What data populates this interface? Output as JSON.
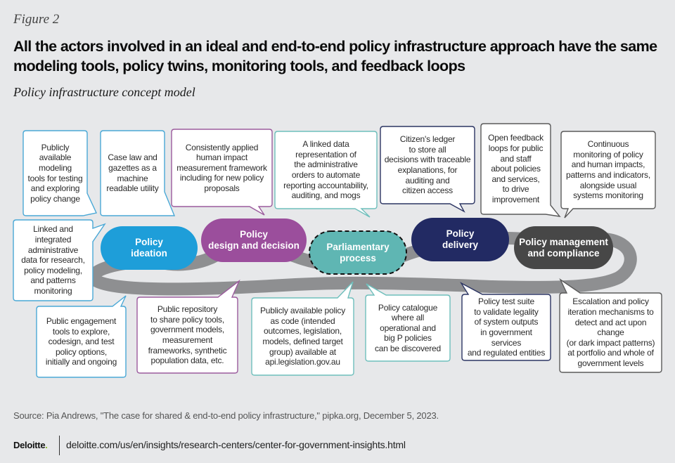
{
  "header": {
    "figure_label": "Figure 2",
    "title": "All the actors involved in an ideal and end-to-end policy infrastructure approach have the same modeling tools, policy twins, monitoring tools, and feedback loops",
    "subtitle": "Policy infrastructure concept model"
  },
  "colors": {
    "background": "#e7e8ea",
    "loop_track": "#8e8f91",
    "ideation": "#1e9ed9",
    "design": "#9b4e9c",
    "parliamentary": "#5fb6b3",
    "delivery": "#222a63",
    "management": "#474747",
    "callout_blue": "#4aa8d6",
    "callout_purple": "#9b5b9d",
    "callout_teal": "#6fbfbc",
    "callout_navy": "#2c3563",
    "callout_gray": "#5a5a5a"
  },
  "stages": [
    {
      "id": "ideation",
      "label": "Policy\nideation"
    },
    {
      "id": "design",
      "label": "Policy\ndesign and decision"
    },
    {
      "id": "parliamentary",
      "label": "Parliamentary\nprocess"
    },
    {
      "id": "delivery",
      "label": "Policy\ndelivery"
    },
    {
      "id": "management",
      "label": "Policy management\nand compliance"
    }
  ],
  "callouts": {
    "top": [
      {
        "text": "Publicly\navailable\nmodeling\ntools for testing\nand exploring\npolicy change",
        "stage": "ideation"
      },
      {
        "text": "Case law and\ngazettes as a\nmachine\nreadable utility",
        "stage": "ideation"
      },
      {
        "text": "Consistently applied\nhuman impact\nmeasurement framework\nincluding for new policy\nproposals",
        "stage": "design"
      },
      {
        "text": "A linked data\nrepresentation of\nthe administrative\norders to automate\nreporting accountability,\nauditing, and mogs",
        "stage": "parliamentary"
      },
      {
        "text": "Citizen's ledger\nto store all\ndecisions with traceable\nexplanations, for\nauditing and\ncitizen access",
        "stage": "delivery"
      },
      {
        "text": "Open feedback\nloops for public\nand staff\nabout policies\nand services,\nto drive\nimprovement",
        "stage": "management"
      },
      {
        "text": "Continuous\nmonitoring of policy\nand human impacts,\npatterns and indicators,\nalongside usual\nsystems monitoring",
        "stage": "management"
      }
    ],
    "left": {
      "text": "Linked and\nintegrated\nadministrative\ndata for research,\npolicy modeling,\nand patterns\nmonitoring",
      "stage": "ideation"
    },
    "bottom": [
      {
        "text": "Public engagement\ntools to explore,\ncodesign, and test\npolicy options,\ninitially and ongoing",
        "stage": "ideation"
      },
      {
        "text": "Public repository\nto share policy tools,\ngovernment models,\nmeasurement\nframeworks, synthetic\npopulation data, etc.",
        "stage": "design"
      },
      {
        "text": "Publicly available policy\nas code (intended\noutcomes, legislation,\nmodels, defined target\ngroup) available at\napi.legislation.gov.au",
        "stage": "parliamentary"
      },
      {
        "text": "Policy catalogue\nwhere all\noperational and\nbig P policies\ncan be discovered",
        "stage": "parliamentary"
      },
      {
        "text": "Policy test suite\nto validate legality\nof system outputs\nin government services\nand regulated entities",
        "stage": "delivery"
      },
      {
        "text": "Escalation and policy\niteration mechanisms to\ndetect and act upon change\n(or dark impact patterns)\nat portfolio and whole of\ngovernment levels",
        "stage": "management"
      }
    ]
  },
  "footer": {
    "source": "Source: Pia Andrews, \"The case for shared & end-to-end policy infrastructure,\" pipka.org, December 5, 2023.",
    "logo": "Deloitte",
    "logo_dot": ".",
    "url": "deloitte.com/us/en/insights/research-centers/center-for-government-insights.html"
  }
}
